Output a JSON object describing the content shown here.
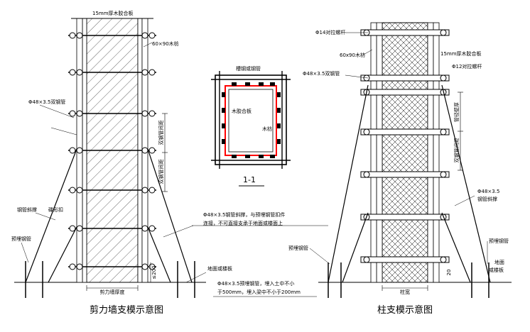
{
  "wall": {
    "top_label": "15mm厚木胶合板",
    "stud_label": "60×90木枋",
    "pipe_label": "Φ48×3.5双钢管",
    "brace_label": "钢管斜撑",
    "clip_label": "碟形扣",
    "embed_label": "预埋钢管",
    "spacing_label_1": "双钢管间距",
    "spacing_label_2": "双钢管间距",
    "thickness_label": "剪力墙厚度",
    "dim_label": "≤200",
    "ground_label": "地面或楼板",
    "title": "剪力墙支模示意图"
  },
  "section": {
    "top_label": "槽钢或钢管",
    "ply_label": "木胶合板",
    "stud_label": "木枋",
    "name": "1-1"
  },
  "notes": {
    "note_top_1": "Φ48×3.5钢管斜撑，与预埋钢管扣件",
    "note_top_2": "连接，不可直接支承于地面或楼面上",
    "note_bot_1": "Φ48×3.5预埋钢管，埋入土中不小",
    "note_bot_2": "于500mm，埋入梁中不小于200mm"
  },
  "column": {
    "tie_top": "Φ14对拉螺杆",
    "stud_label": "60x90木枋",
    "ply_label": "15mm厚木胶合板",
    "pipe_label": "Φ48×3.5双钢管",
    "tie_mid": "Φ12对拉螺杆",
    "spacing_label_1": "管径壁厚",
    "spacing_label_2": "双钢管间距",
    "brace_label_1": "Φ48×3.5",
    "brace_label_2": "钢管斜撑",
    "embed_label_1": "预埋钢管",
    "embed_label_2": "预埋钢管",
    "ground_label_1": "地面",
    "ground_label_2": "或楼板",
    "width_label": "柱宽",
    "dim_label": "20",
    "title": "柱支模示意图"
  },
  "colors": {
    "line": "#000000",
    "accent": "#ff0000"
  }
}
